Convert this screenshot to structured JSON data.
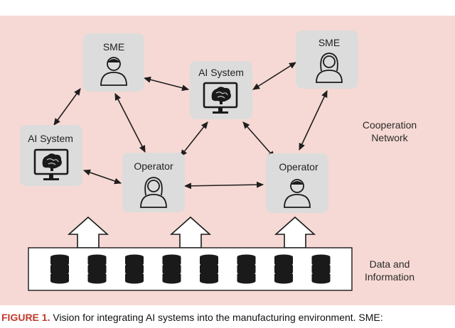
{
  "colors": {
    "panel_background": "#f6d9d4",
    "node_box": "#dcdcdc",
    "arrow": "#1e1e1e",
    "caption_label": "#c0392b"
  },
  "nodes": {
    "sme_left": {
      "label": "SME",
      "icon": "male-user-icon"
    },
    "sme_right": {
      "label": "SME",
      "icon": "female-user-icon"
    },
    "ai_system_center": {
      "label": "AI System",
      "icon": "monitor-brain-icon"
    },
    "ai_system_left": {
      "label": "AI System",
      "icon": "monitor-brain-icon"
    },
    "operator_left": {
      "label": "Operator",
      "icon": "female-user-icon"
    },
    "operator_right": {
      "label": "Operator",
      "icon": "male-user-icon"
    }
  },
  "labels": {
    "cooperation_line1": "Cooperation",
    "cooperation_line2": "Network",
    "data_line1": "Data and",
    "data_line2": "Information"
  },
  "data_bar": {
    "database_count": 8,
    "database_icon": "database-icon",
    "upward_arrow_icon": "hollow-up-arrow-icon"
  },
  "caption": {
    "figure_label": "FIGURE 1.",
    "text": " Vision for integrating AI systems into the manufacturing environment. SME:"
  }
}
